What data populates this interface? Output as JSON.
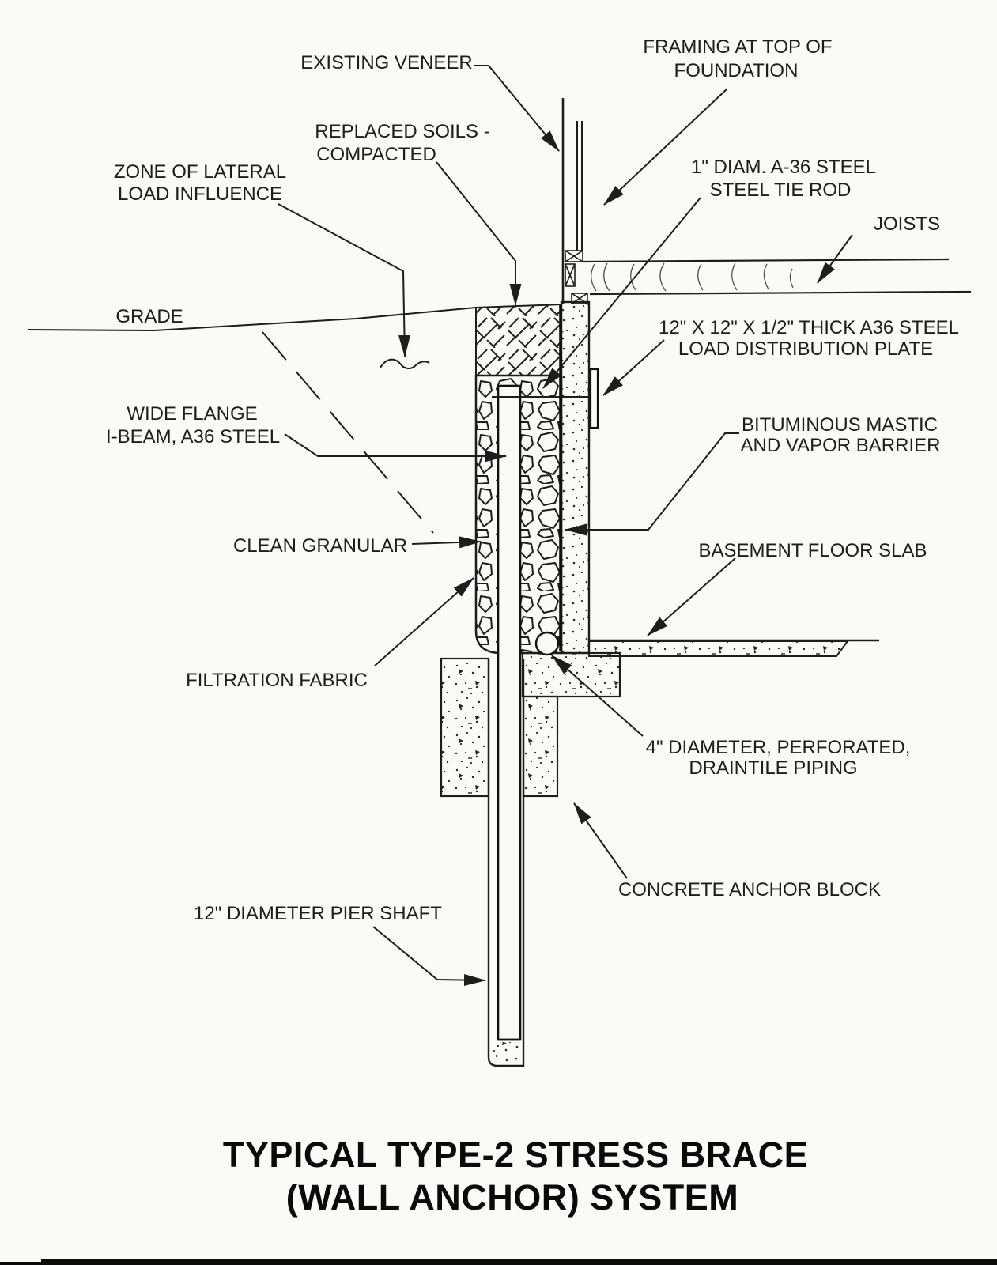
{
  "title": {
    "line1": "TYPICAL TYPE-2 STRESS BRACE",
    "line2": "(WALL ANCHOR) SYSTEM"
  },
  "labels": {
    "existing_veneer": "EXISTING VENEER",
    "framing": {
      "line1": "FRAMING AT TOP OF",
      "line2": "FOUNDATION"
    },
    "replaced_soils": {
      "line1": "REPLACED SOILS -",
      "line2": "COMPACTED"
    },
    "zone": {
      "line1": "ZONE OF LATERAL",
      "line2": "LOAD INFLUENCE"
    },
    "tie_rod": {
      "line1": "1\" DIAM. A-36 STEEL",
      "line2": "STEEL TIE ROD"
    },
    "joists": "JOISTS",
    "grade": "GRADE",
    "plate": {
      "line1": "12\" X 12\" X 1/2\" THICK A36 STEEL",
      "line2": "LOAD DISTRIBUTION PLATE"
    },
    "ibeam": {
      "line1": "WIDE FLANGE",
      "line2": "I-BEAM, A36 STEEL"
    },
    "mastic": {
      "line1": "BITUMINOUS MASTIC",
      "line2": "AND VAPOR BARRIER"
    },
    "clean_granular": "CLEAN GRANULAR",
    "slab": "BASEMENT FLOOR SLAB",
    "filtration": "FILTRATION  FABRIC",
    "draintile": {
      "line1": "4\" DIAMETER, PERFORATED,",
      "line2": "DRAINTILE PIPING"
    },
    "anchor_block": "CONCRETE ANCHOR BLOCK",
    "pier": "12\" DIAMETER PIER SHAFT"
  },
  "colors": {
    "ink": "#1d1d1d",
    "paper": "#fafaf7",
    "scan_edge": "#0b0b0b"
  }
}
